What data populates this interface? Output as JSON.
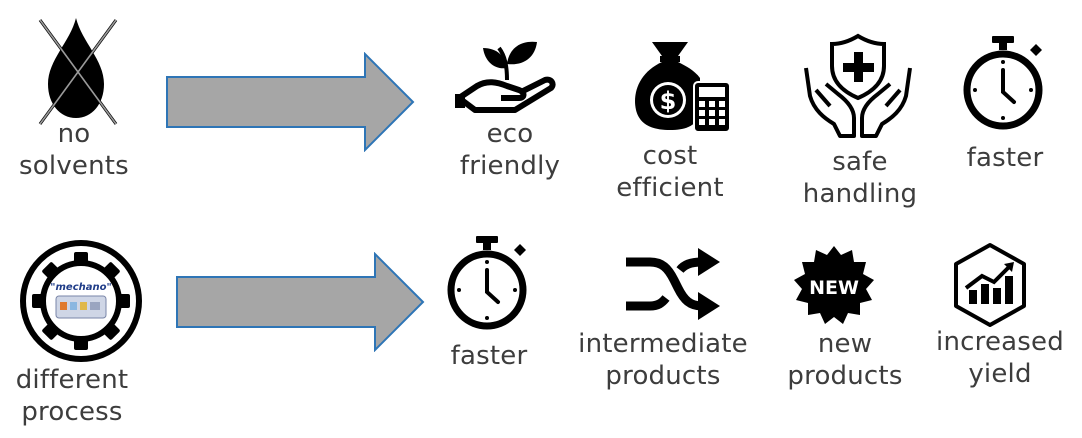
{
  "row1": {
    "source": {
      "icon": "no-solvent-drop-icon",
      "label_lines": [
        "no",
        "solvents"
      ]
    },
    "benefits": [
      {
        "icon": "eco-hand-plant-icon",
        "label_lines": [
          "eco",
          "friendly"
        ]
      },
      {
        "icon": "money-bag-calculator-icon",
        "label_lines": [
          "cost",
          "efficient"
        ]
      },
      {
        "icon": "hands-shield-cross-icon",
        "label_lines": [
          "safe",
          "handling"
        ]
      },
      {
        "icon": "stopwatch-icon",
        "label_lines": [
          "faster"
        ]
      }
    ]
  },
  "row2": {
    "source": {
      "icon": "mechano-gear-icon",
      "icon_text": "\"mechano\"",
      "label_lines": [
        "different",
        "process"
      ]
    },
    "benefits": [
      {
        "icon": "stopwatch-icon",
        "label_lines": [
          "faster"
        ]
      },
      {
        "icon": "shuffle-arrows-icon",
        "label_lines": [
          "intermediate",
          "products"
        ]
      },
      {
        "icon": "new-badge-icon",
        "icon_text": "NEW",
        "label_lines": [
          "new",
          "products"
        ]
      },
      {
        "icon": "rising-chart-hexagon-icon",
        "label_lines": [
          "increased",
          "yield"
        ]
      }
    ]
  },
  "colors": {
    "arrow_fill": "#a6a6a6",
    "arrow_stroke": "#2e75b6",
    "icon": "#000000",
    "text": "#3d3d3d"
  }
}
